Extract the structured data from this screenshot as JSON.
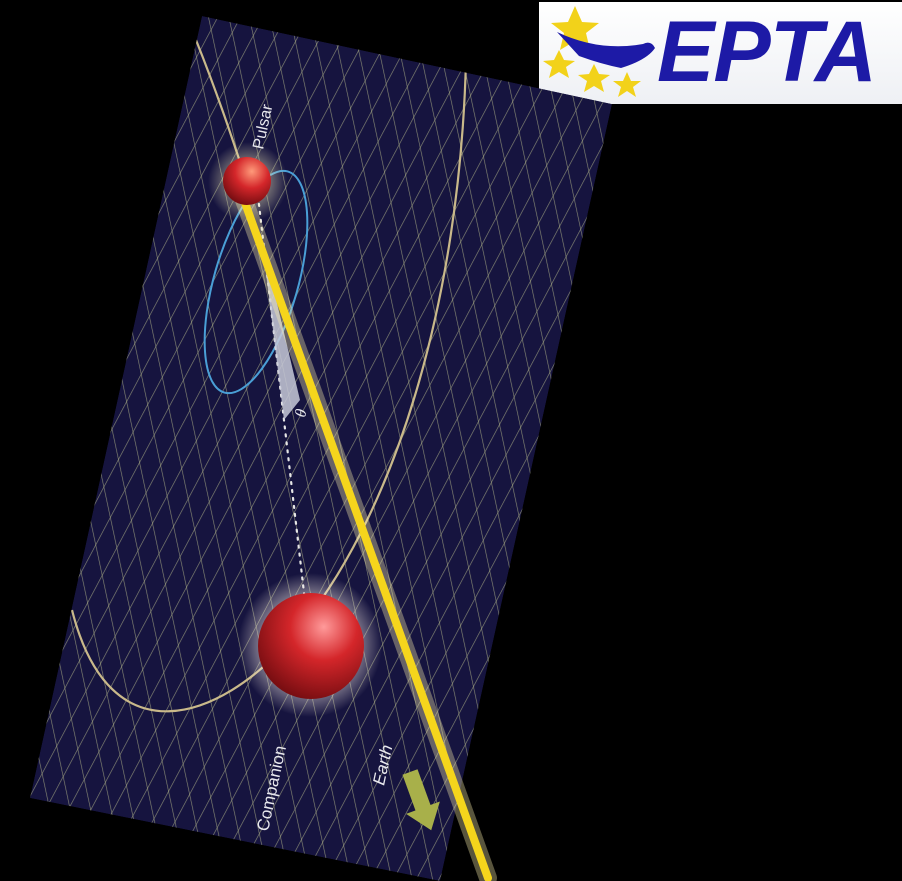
{
  "logo": {
    "text": "EPTA",
    "text_color": "#1d1aa6",
    "star_color": "#f2d21a"
  },
  "labels": {
    "pulsar": "Pulsar",
    "companion": "Companion",
    "earth": "Earth",
    "angle": "θ"
  },
  "colors": {
    "background": "#000000",
    "panel": "#16143f",
    "mesh": "#a9ad86",
    "beam": "#f5d51c",
    "orbit_ring": "#4a9fd6",
    "trajectory": "#c9b98a",
    "body": "#d4262a",
    "arrow": "#a8b04a"
  }
}
